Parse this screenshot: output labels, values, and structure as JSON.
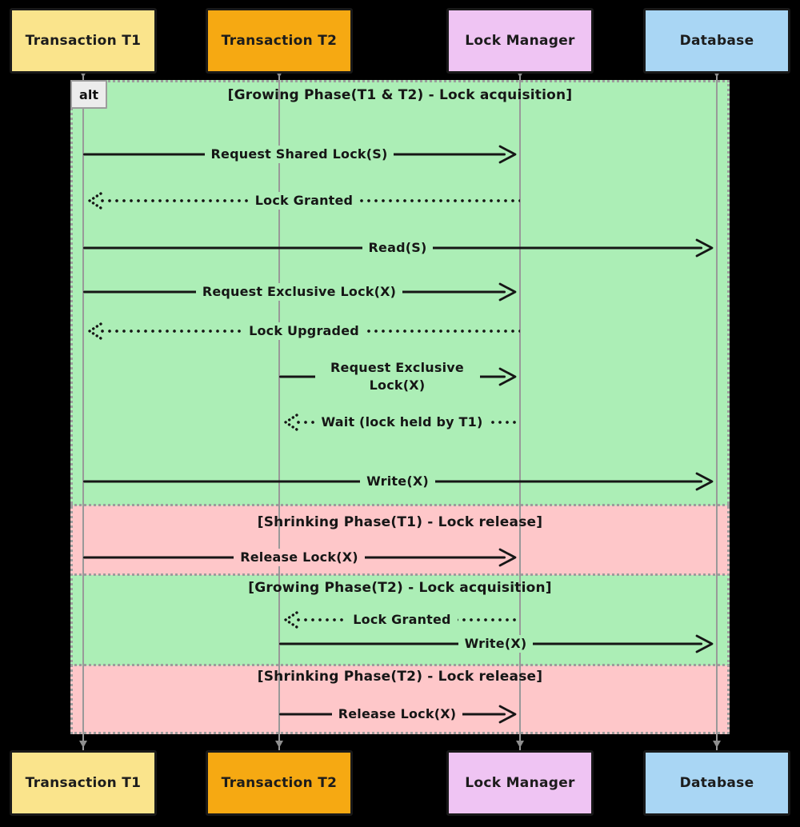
{
  "diagram": {
    "type": "sequence-diagram",
    "frame_label": "alt",
    "colors": {
      "background": "#000000",
      "ink": "#161616",
      "lifeline": "#999999",
      "frame_border": "#9c9c9c",
      "badge_bg": "#ececec",
      "growing_fill": "#aceeb6",
      "shrinking_fill": "#fec7c9"
    },
    "actors": [
      {
        "id": "t1",
        "label": "Transaction T1",
        "fill": "#fae48c"
      },
      {
        "id": "t2",
        "label": "Transaction T2",
        "fill": "#f6a912"
      },
      {
        "id": "lm",
        "label": "Lock Manager",
        "fill": "#efc4f3"
      },
      {
        "id": "db",
        "label": "Database",
        "fill": "#a9d6f4"
      }
    ],
    "sections": [
      {
        "phase": "growing",
        "label": "[Growing Phase(T1 & T2) - Lock acquisition]",
        "fill": "#aceeb6"
      },
      {
        "phase": "shrinking",
        "label": "[Shrinking Phase(T1) - Lock release]",
        "fill": "#fec7c9"
      },
      {
        "phase": "growing",
        "label": "[Growing Phase(T2) - Lock acquisition]",
        "fill": "#aceeb6"
      },
      {
        "phase": "shrinking",
        "label": "[Shrinking Phase(T2) - Lock release]",
        "fill": "#fec7c9"
      }
    ],
    "messages": [
      {
        "from": "t1",
        "to": "lm",
        "line": "solid",
        "label": "Request Shared Lock(S)"
      },
      {
        "from": "lm",
        "to": "t1",
        "line": "dotted",
        "label": "Lock Granted"
      },
      {
        "from": "t1",
        "to": "db",
        "line": "solid",
        "label": "Read(S)"
      },
      {
        "from": "t1",
        "to": "lm",
        "line": "solid",
        "label": "Request Exclusive Lock(X)"
      },
      {
        "from": "lm",
        "to": "t1",
        "line": "dotted",
        "label": "Lock Upgraded"
      },
      {
        "from": "t2",
        "to": "lm",
        "line": "solid",
        "label": "Request Exclusive Lock(X)"
      },
      {
        "from": "lm",
        "to": "t2",
        "line": "dotted",
        "label": "Wait (lock held by T1)"
      },
      {
        "from": "t1",
        "to": "db",
        "line": "solid",
        "label": "Write(X)"
      },
      {
        "from": "t1",
        "to": "lm",
        "line": "solid",
        "label": "Release Lock(X)"
      },
      {
        "from": "lm",
        "to": "t2",
        "line": "dotted",
        "label": "Lock Granted"
      },
      {
        "from": "t2",
        "to": "db",
        "line": "solid",
        "label": "Write(X)"
      },
      {
        "from": "t2",
        "to": "lm",
        "line": "solid",
        "label": "Release Lock(X)"
      }
    ]
  }
}
